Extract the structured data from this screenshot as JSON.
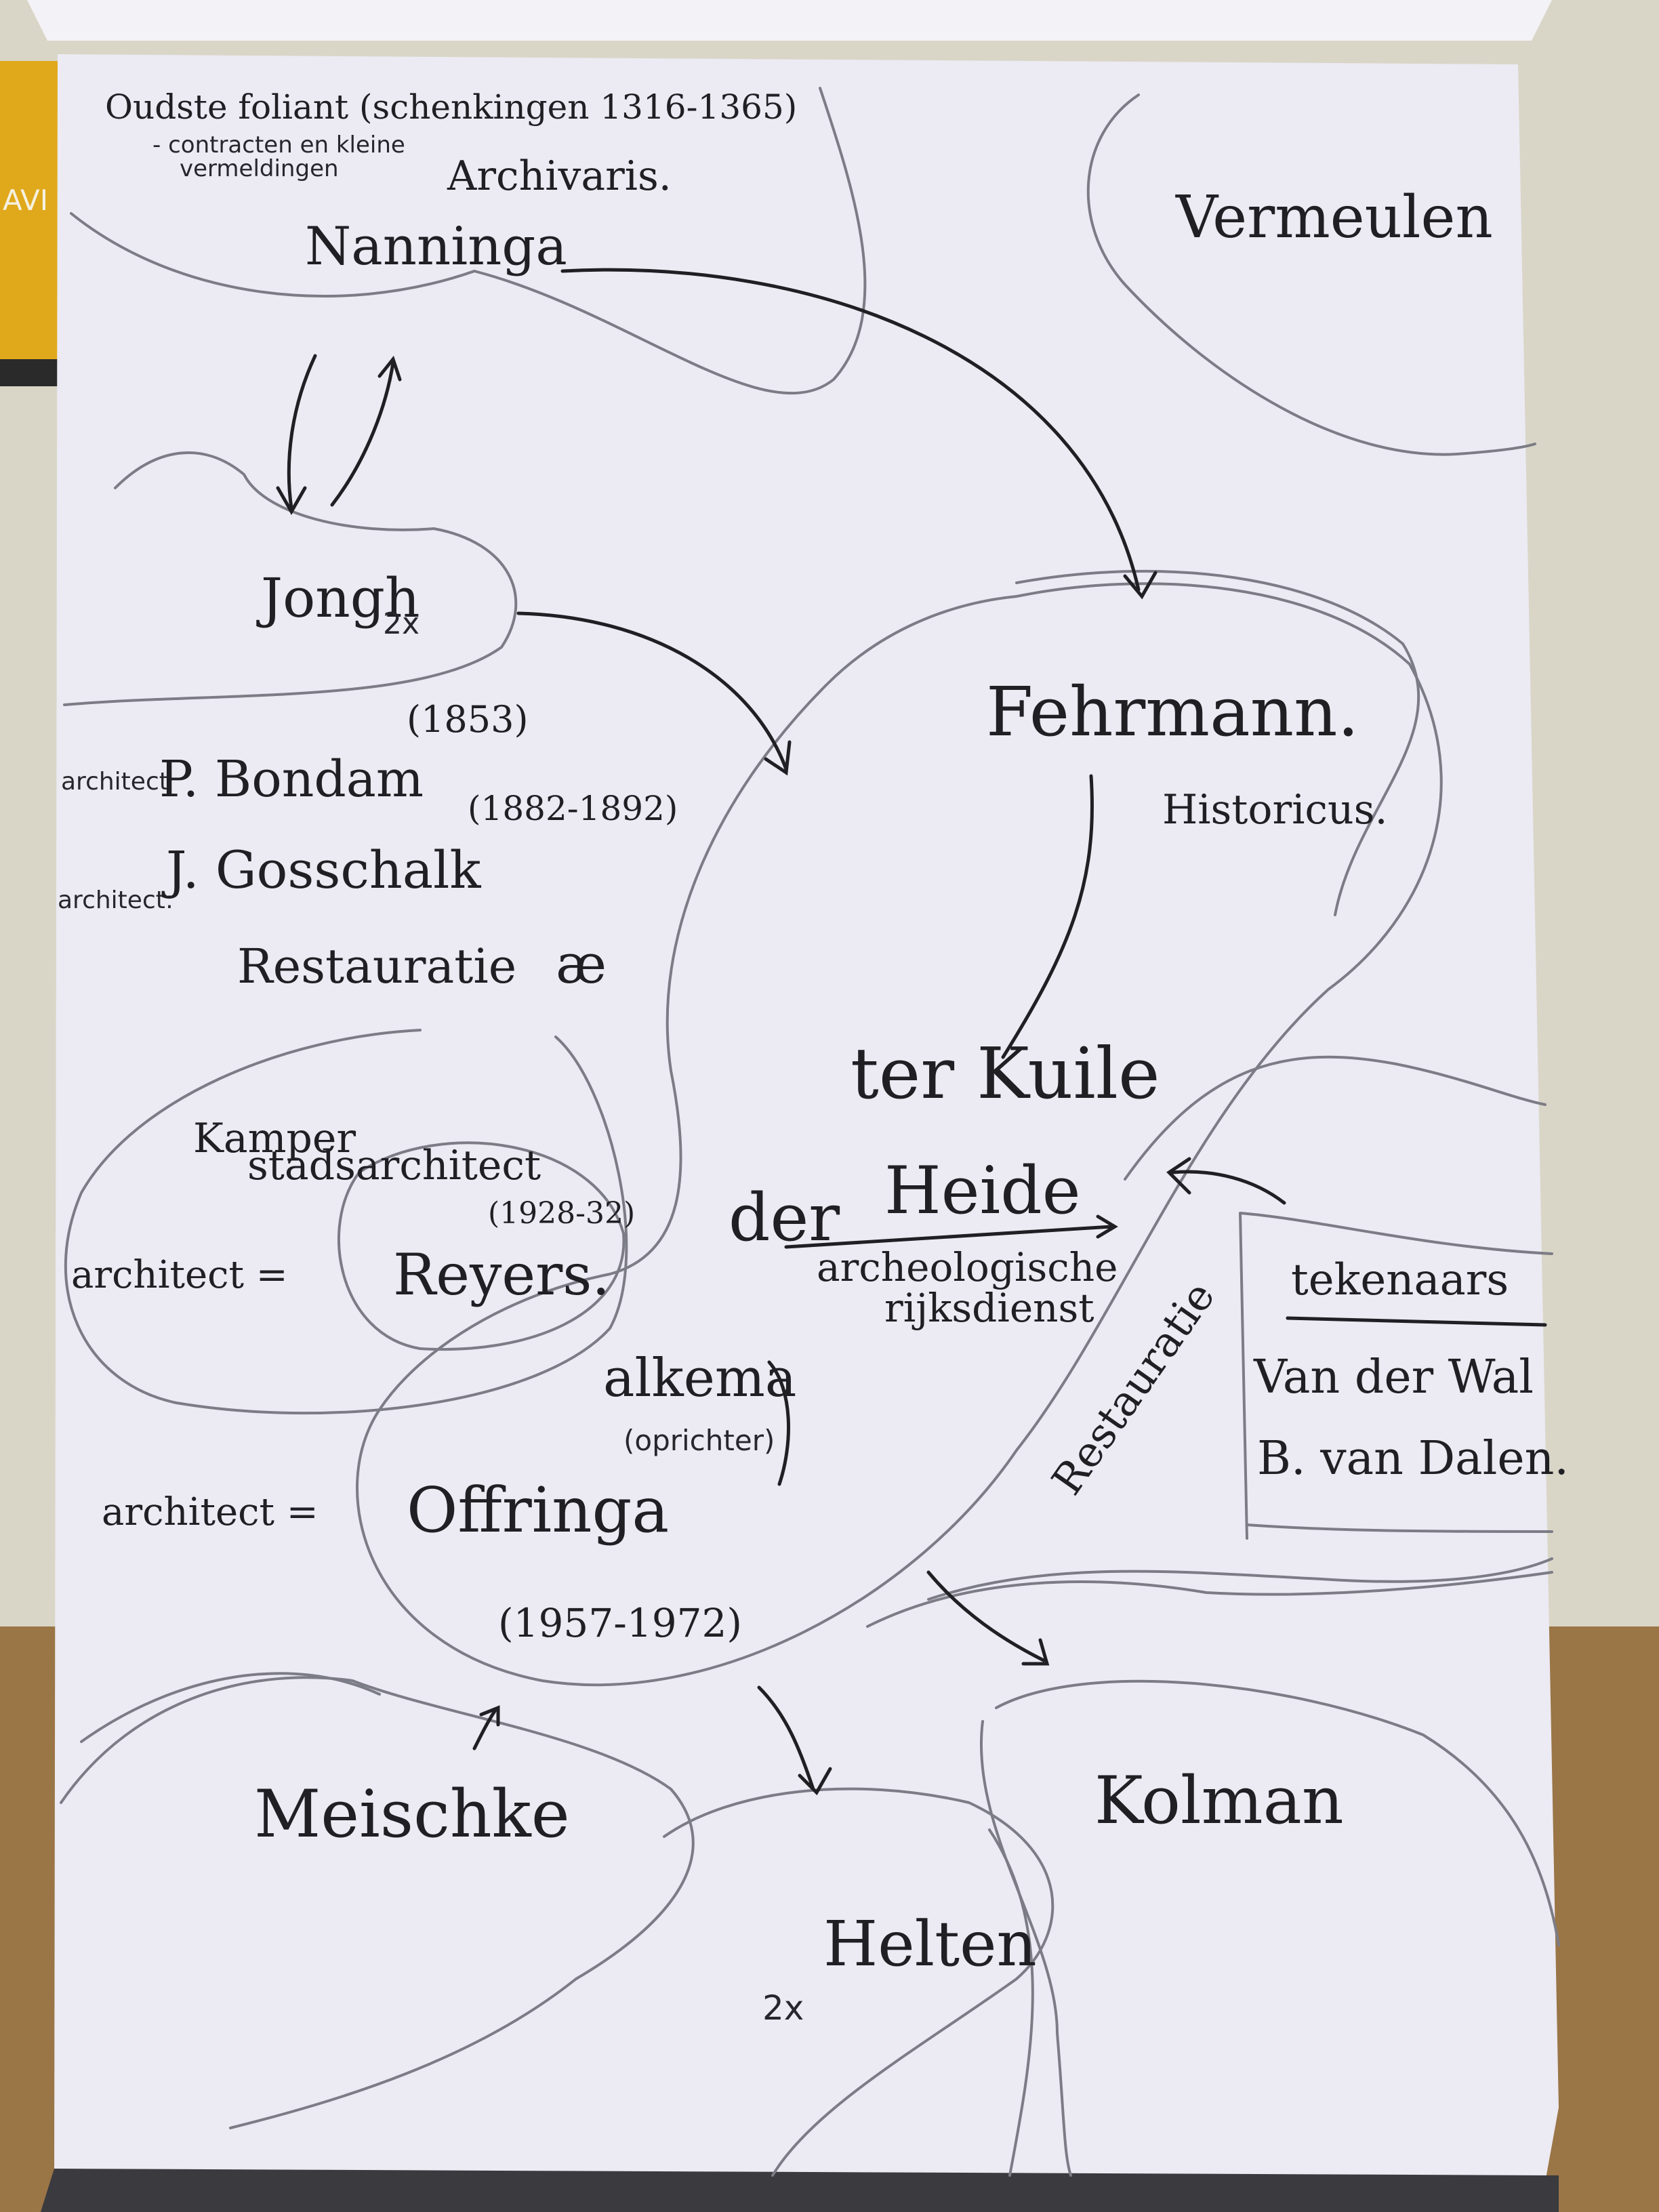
{
  "nodes": {
    "oudste_foliant": "Oudste foliant (schenkingen 1316-1365)",
    "contracten": "- contracten en kleine",
    "vermeldingen": "vermeldingen",
    "archivaris": "Archivaris.",
    "nanninga": "Nanninga",
    "vermeulen": "Vermeulen",
    "jongh": "Jongh",
    "jongh_count": "2x",
    "fehrmann": "Fehrmann.",
    "historicus": "Historicus.",
    "architect_label_1": "architect",
    "bondam": "P. Bondam",
    "bondam_year": "(1853)",
    "architect_label_2": "architect:",
    "gosschalk": "J. Gosschalk",
    "gosschalk_years": "(1882-1892)",
    "restauratie_1": "Restauratie",
    "kamper": "Kamper",
    "stadsarchitect": "stadsarchitect",
    "architect_eq_1": "architect =",
    "reyers": "Reyers.",
    "reyers_years": "(1928-32)",
    "ter_kuile": "ter Kuile",
    "der": "der",
    "heide": "Heide",
    "archeologische": "archeologische",
    "rijksdienst": "rijksdienst",
    "alkema": "alkema",
    "oprichter": "(oprichter)",
    "architect_eq_2": "architect =",
    "offringa": "Offringa",
    "offringa_years": "(1957-1972)",
    "restauratie_2": "Restauratie",
    "tekenaars": "tekenaars",
    "van_der_wal": "Van der Wal",
    "van_dalen": "B. van Dalen.",
    "meischke": "Meischke",
    "kolman": "Kolman",
    "helten": "Helten",
    "helten_count": "2x",
    "book_spine": "AVI"
  },
  "colors": {
    "paper": "#eceaf2",
    "ink": "#1f1f24",
    "pencil": "#7c7c86",
    "book_yellow": "#e0a91b",
    "wall": "#d9d6c8",
    "table": "#8b6a3e"
  }
}
